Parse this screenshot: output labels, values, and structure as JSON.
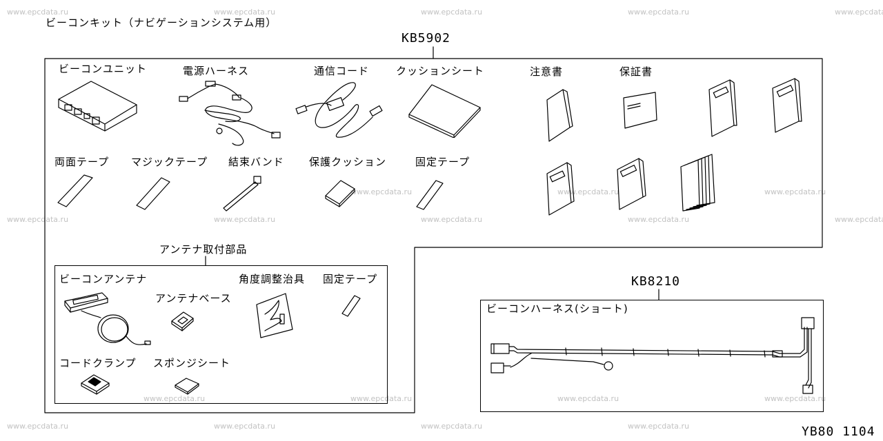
{
  "title": "ビーコンキット（ナビゲーションシステム用）",
  "watermark": "www.epcdata.ru",
  "page_code": "YB80 1104",
  "kit_main": {
    "code": "KB5902",
    "parts": {
      "beacon_unit": "ビーコンユニット",
      "power_harness": "電源ハーネス",
      "comm_cord": "通信コード",
      "cushion_sheet": "クッションシート",
      "caution_doc": "注意書",
      "warranty": "保証書",
      "double_tape": "両面テープ",
      "magic_tape": "マジックテープ",
      "cable_band": "結束バンド",
      "protect_cushion": "保護クッション",
      "fix_tape": "固定テープ"
    },
    "antenna_parts": {
      "header": "アンテナ取付部品",
      "beacon_antenna": "ビーコンアンテナ",
      "antenna_base": "アンテナベース",
      "angle_jig": "角度調整治具",
      "fix_tape": "固定テープ",
      "cord_clamp": "コードクランプ",
      "sponge_sheet": "スポンジシート"
    }
  },
  "kit_harness": {
    "code": "KB8210",
    "part": "ビーコンハーネス(ショート)"
  }
}
